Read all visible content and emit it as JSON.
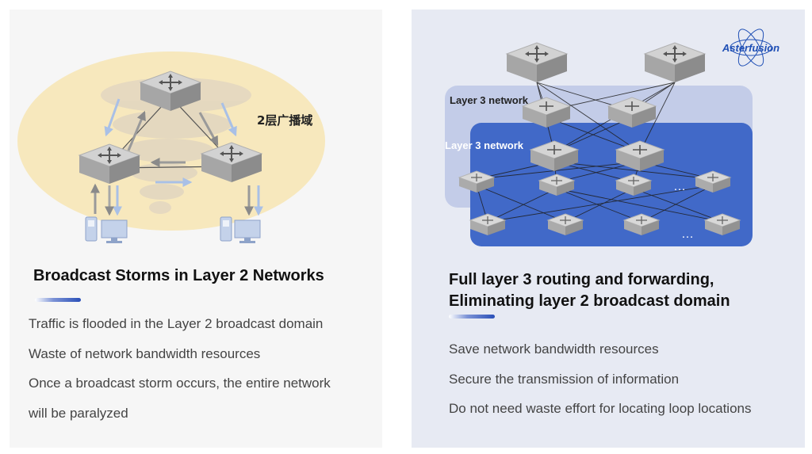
{
  "left": {
    "domain_label": "2层广播域",
    "heading": "Broadcast Storms in Layer 2 Networks",
    "bullets": [
      "Traffic is flooded in the Layer 2 broadcast domain",
      "Waste of network bandwidth resources",
      "Once a broadcast storm occurs, the entire network",
      "will be paralyzed"
    ]
  },
  "right": {
    "logo_text": "Asterfusion",
    "outer_layer_label": "Layer 3 network",
    "inner_layer_label": "Layer 3 network",
    "ellipsis_upper": "…",
    "ellipsis_lower": "…",
    "heading_line1": "Full layer 3 routing and forwarding,",
    "heading_line2": "Eliminating layer 2 broadcast domain",
    "bullets": [
      "Save network bandwidth resources",
      "Secure the transmission of information",
      "Do not need waste effort for locating loop locations"
    ]
  },
  "colors": {
    "outer_network": "#c3cce8",
    "inner_network": "#4169c8",
    "broadcast_domain": "#f7e8bd",
    "arrow_light": "#a9c0e6",
    "logo_blue": "#1f4fb5"
  },
  "icons": [
    "switch-icon",
    "phone-icon",
    "monitor-icon",
    "tornado-icon",
    "asterfusion-logo-icon"
  ]
}
